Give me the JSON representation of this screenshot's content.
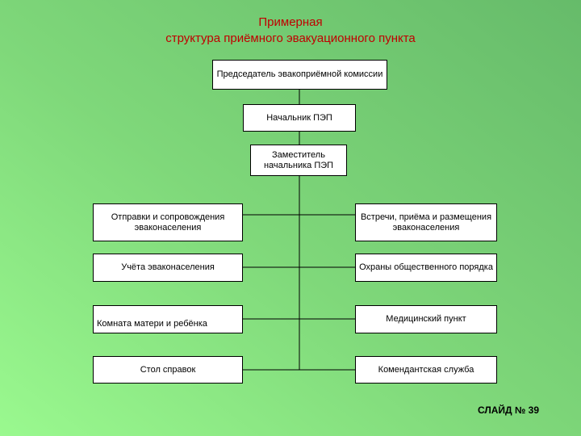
{
  "title": {
    "line1": "Примерная",
    "line2": "структура приёмного эвакуационного пункта"
  },
  "chain": {
    "chairman": "Председатель эвакоприёмной комиссии",
    "chief": "Начальник ПЭП",
    "deputy": "Заместитель начальника ПЭП"
  },
  "left_units": [
    "Отправки и сопровождения эваконаселения",
    "Учёта эваконаселения",
    "Комната матери и ребёнка",
    "Стол справок"
  ],
  "right_units": [
    "Встречи, приёма и размещения эваконаселения",
    "Охраны общественного порядка",
    "Медицинский пункт",
    "Комендантская служба"
  ],
  "footer": "СЛАЙД № 39"
}
